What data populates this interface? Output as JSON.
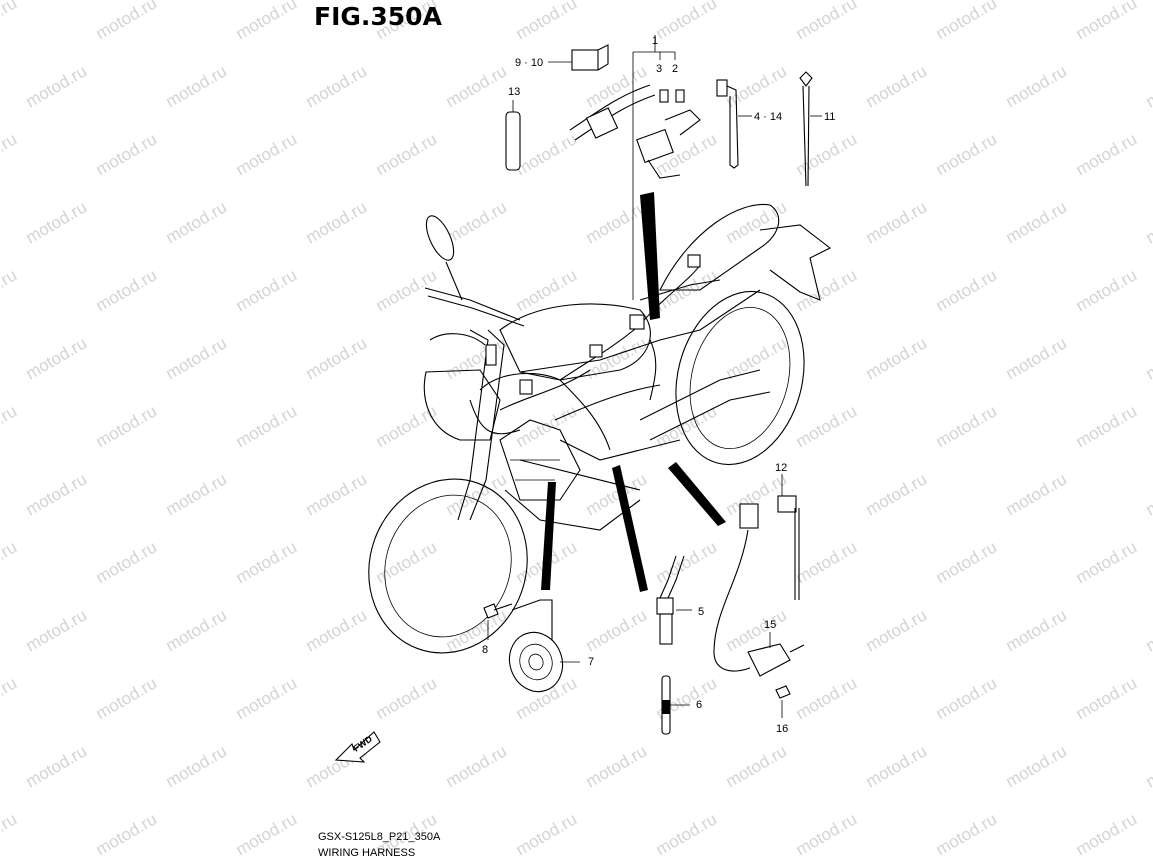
{
  "figure": {
    "title": "FIG.350A",
    "code": "GSX-S125L8_P21_350A",
    "name": "WIRING HARNESS",
    "fwd_label": "FWD",
    "watermark": "motod.ru"
  },
  "callouts": {
    "c1": "1",
    "c2": "2",
    "c3": "3",
    "c4_14": "4 · 14",
    "c5": "5",
    "c6": "6",
    "c7": "7",
    "c8": "8",
    "c9_10": "9 · 10",
    "c11": "11",
    "c12": "12",
    "c13": "13",
    "c15": "15",
    "c16": "16"
  }
}
